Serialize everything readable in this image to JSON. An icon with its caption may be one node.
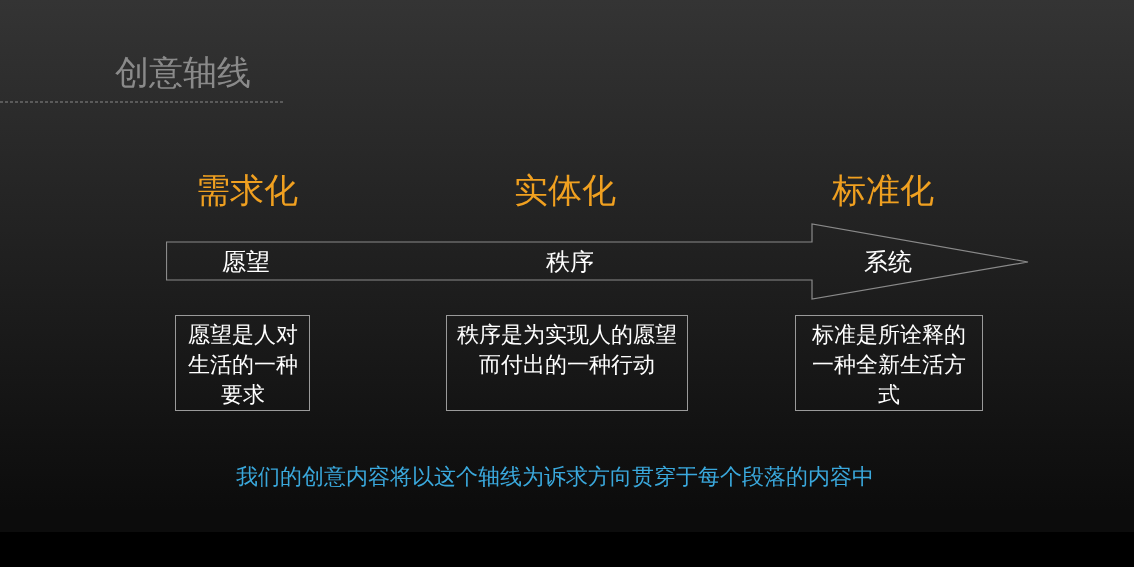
{
  "diagram": {
    "title": "创意轴线",
    "nodes": [
      {
        "text": [
          "愿望",
          "秩序",
          "系统"
        ]
      },
      {
        "text": [
          "愿望是人对生活的一种要求"
        ]
      },
      {
        "text": [
          "秩序是为实现人的愿望而付出的一种行动"
        ]
      },
      {
        "text": [
          "标准是所诠释的一种全新生活方式"
        ]
      }
    ],
    "labels": [
      "需求化",
      "实体化",
      "标准化"
    ],
    "caption": "我们的创意内容将以这个轴线为诉求方向贯穿于每个段落的内容中"
  }
}
